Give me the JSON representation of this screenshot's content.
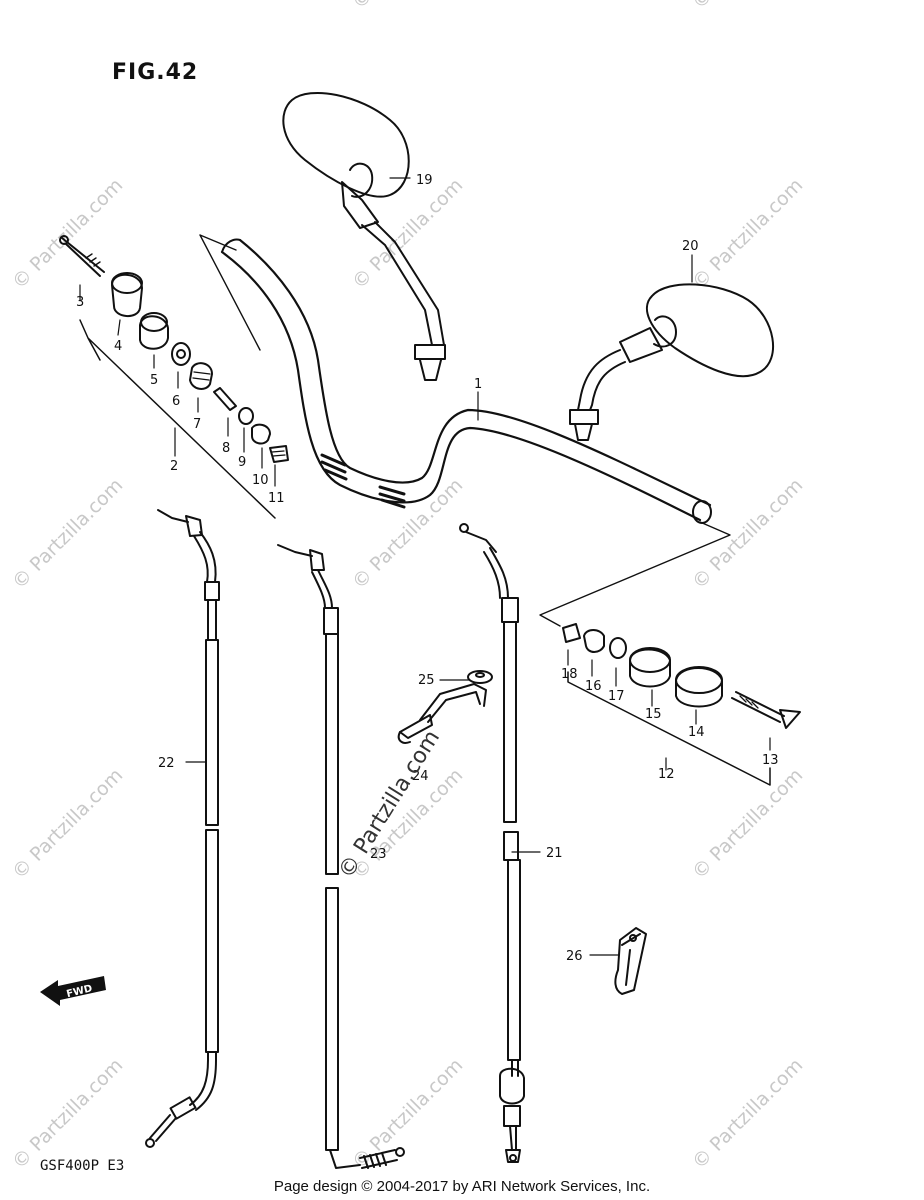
{
  "figure": {
    "title": "FIG.42",
    "model": "GSF400P  E3"
  },
  "footer": {
    "copyright": "Page design © 2004-2017 by ARI Network Services, Inc."
  },
  "watermark": {
    "text": "© Partzilla.com",
    "color": "#c8c8c8"
  },
  "direction_marker": "FWD",
  "callouts": [
    "1",
    "2",
    "3",
    "4",
    "5",
    "6",
    "7",
    "8",
    "9",
    "10",
    "11",
    "12",
    "13",
    "14",
    "15",
    "16",
    "17",
    "18",
    "19",
    "20",
    "21",
    "22",
    "23",
    "24",
    "25",
    "26"
  ]
}
